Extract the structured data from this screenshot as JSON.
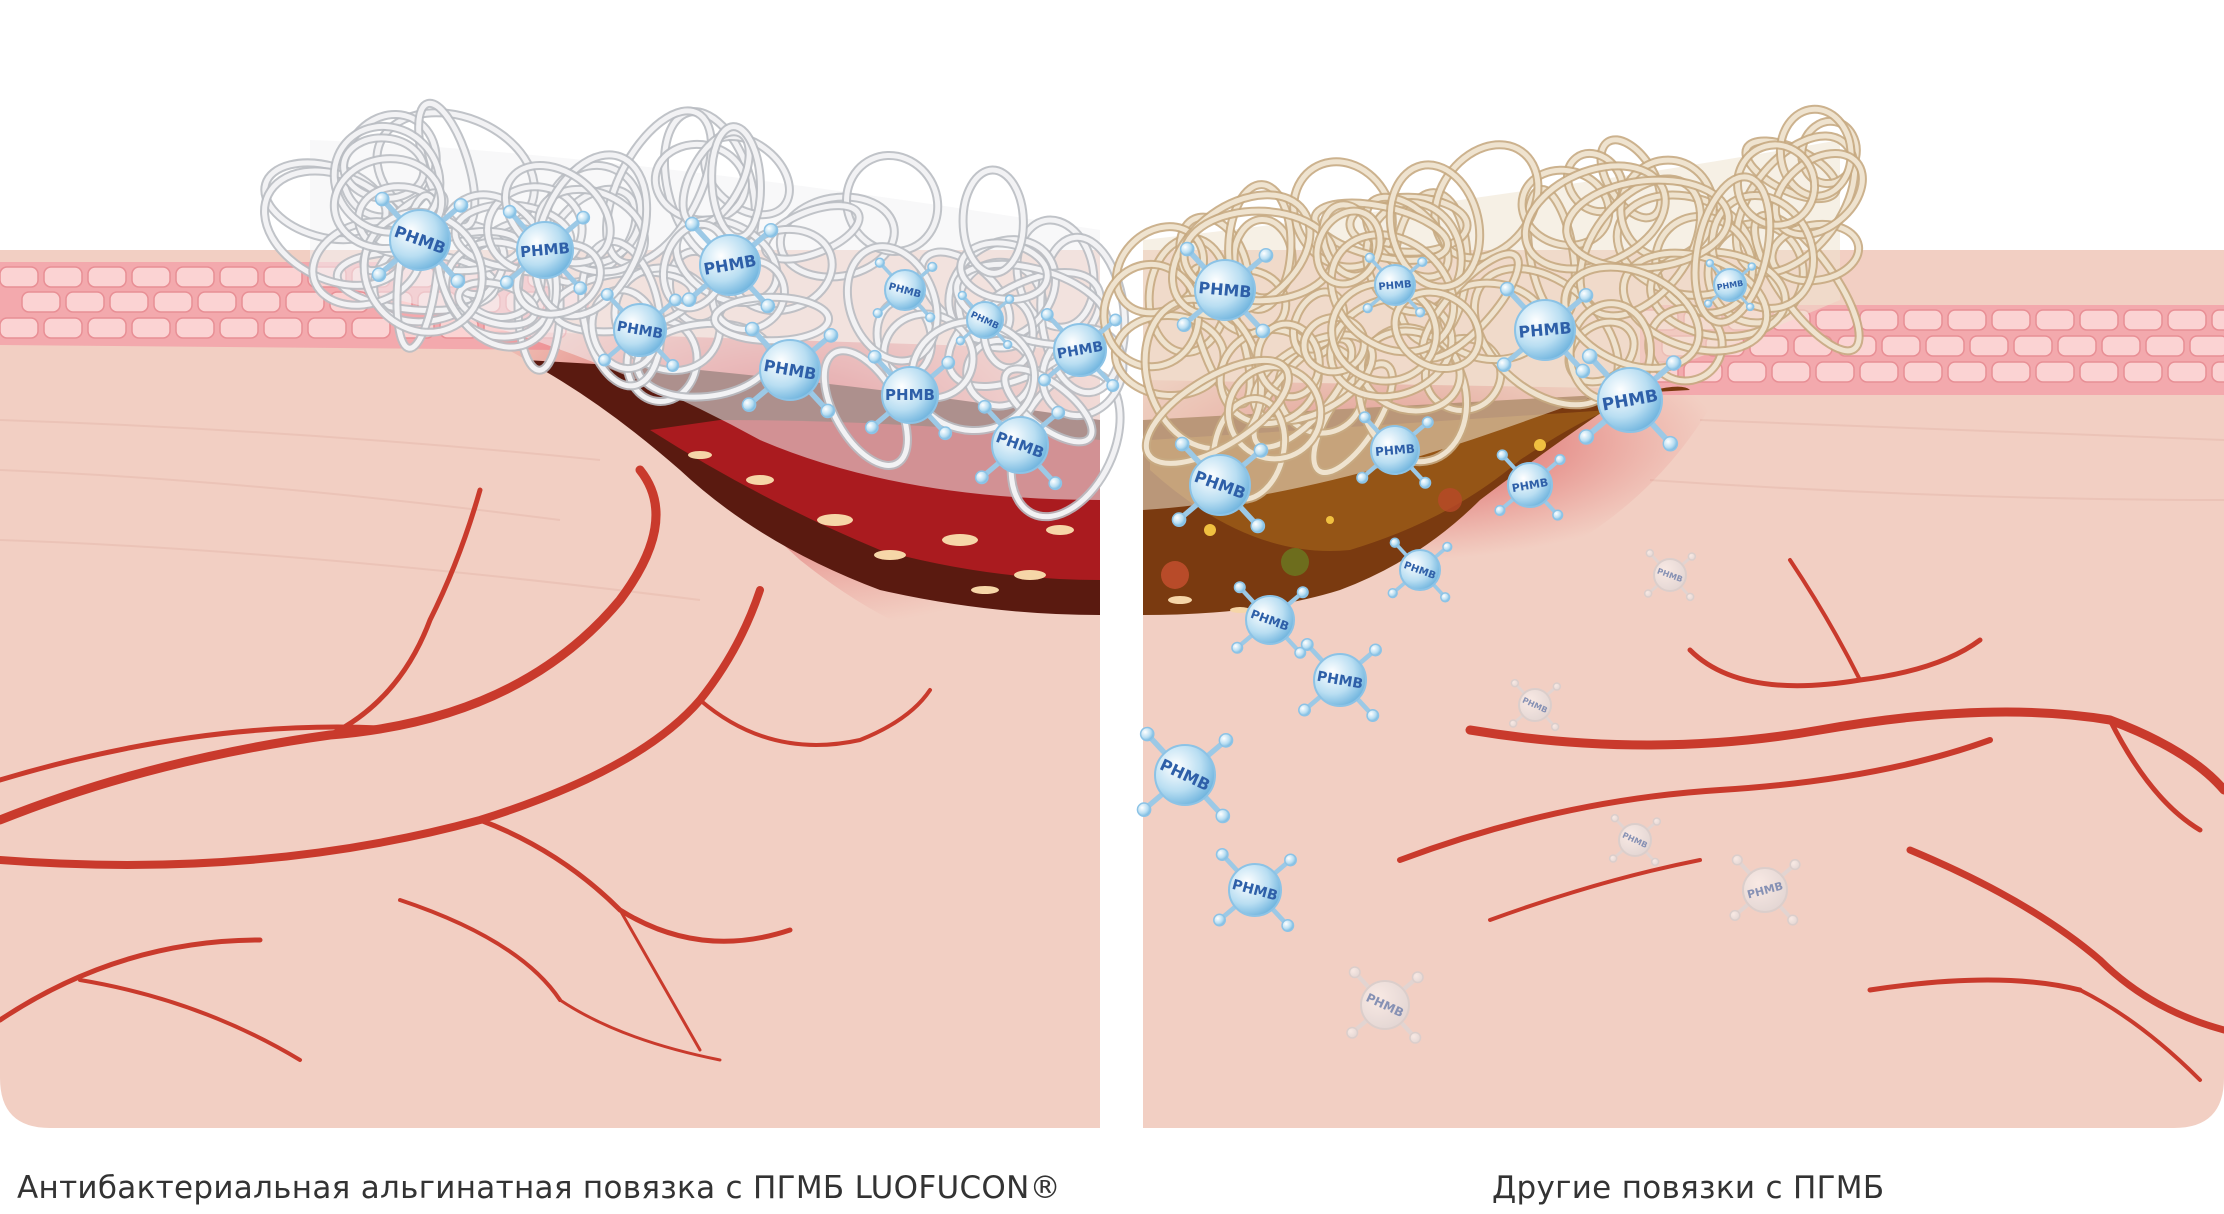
{
  "captions": {
    "left": "Антибактериальная альгинатная повязка с ПГМБ LUOFUCON®",
    "right": "Другие повязки с ПГМБ"
  },
  "molecule_label": "PHMB",
  "colors": {
    "tissue": "#f2cfc3",
    "epidermis": "#f3a9ad",
    "cell": "#fbd3d3",
    "vessel": "#c93a2c",
    "wound_dark": "#5a1a10",
    "wound_red": "#b81c22",
    "wound_brown": "#8a4a12",
    "fiber_white": "#e8e8ea",
    "fiber_beige": "#e8d5bb",
    "molecule": "#a8d4ee",
    "molecule_text": "#2e5fa8",
    "caption_text": "#333333"
  }
}
